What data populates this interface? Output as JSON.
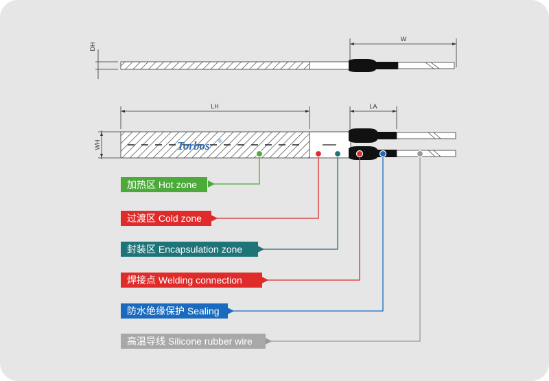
{
  "dimensions": {
    "w": "W",
    "lh": "LH",
    "la": "LA",
    "dh": "DH",
    "wh": "WH"
  },
  "logo": {
    "text": "Torbos",
    "mark": "®",
    "color": "#2f6db5"
  },
  "legend": [
    {
      "text": "加热区 Hot zone",
      "color": "#4caa3b",
      "icon": "green-dot"
    },
    {
      "text": "过渡区 Cold zone",
      "color": "#e02b2b",
      "icon": "red-dot"
    },
    {
      "text": "封装区 Encapsulation zone",
      "color": "#1f7478",
      "icon": "teal-dot"
    },
    {
      "text": "焊接点 Welding connection",
      "color": "#e02b2b",
      "icon": "red-dot"
    },
    {
      "text": "防水绝缘保护 Sealing",
      "color": "#1a6bbf",
      "icon": "blue-dot"
    },
    {
      "text": "高温导线 Silicone rubber wire",
      "color": "#999999",
      "icon": "grey-dot"
    }
  ]
}
